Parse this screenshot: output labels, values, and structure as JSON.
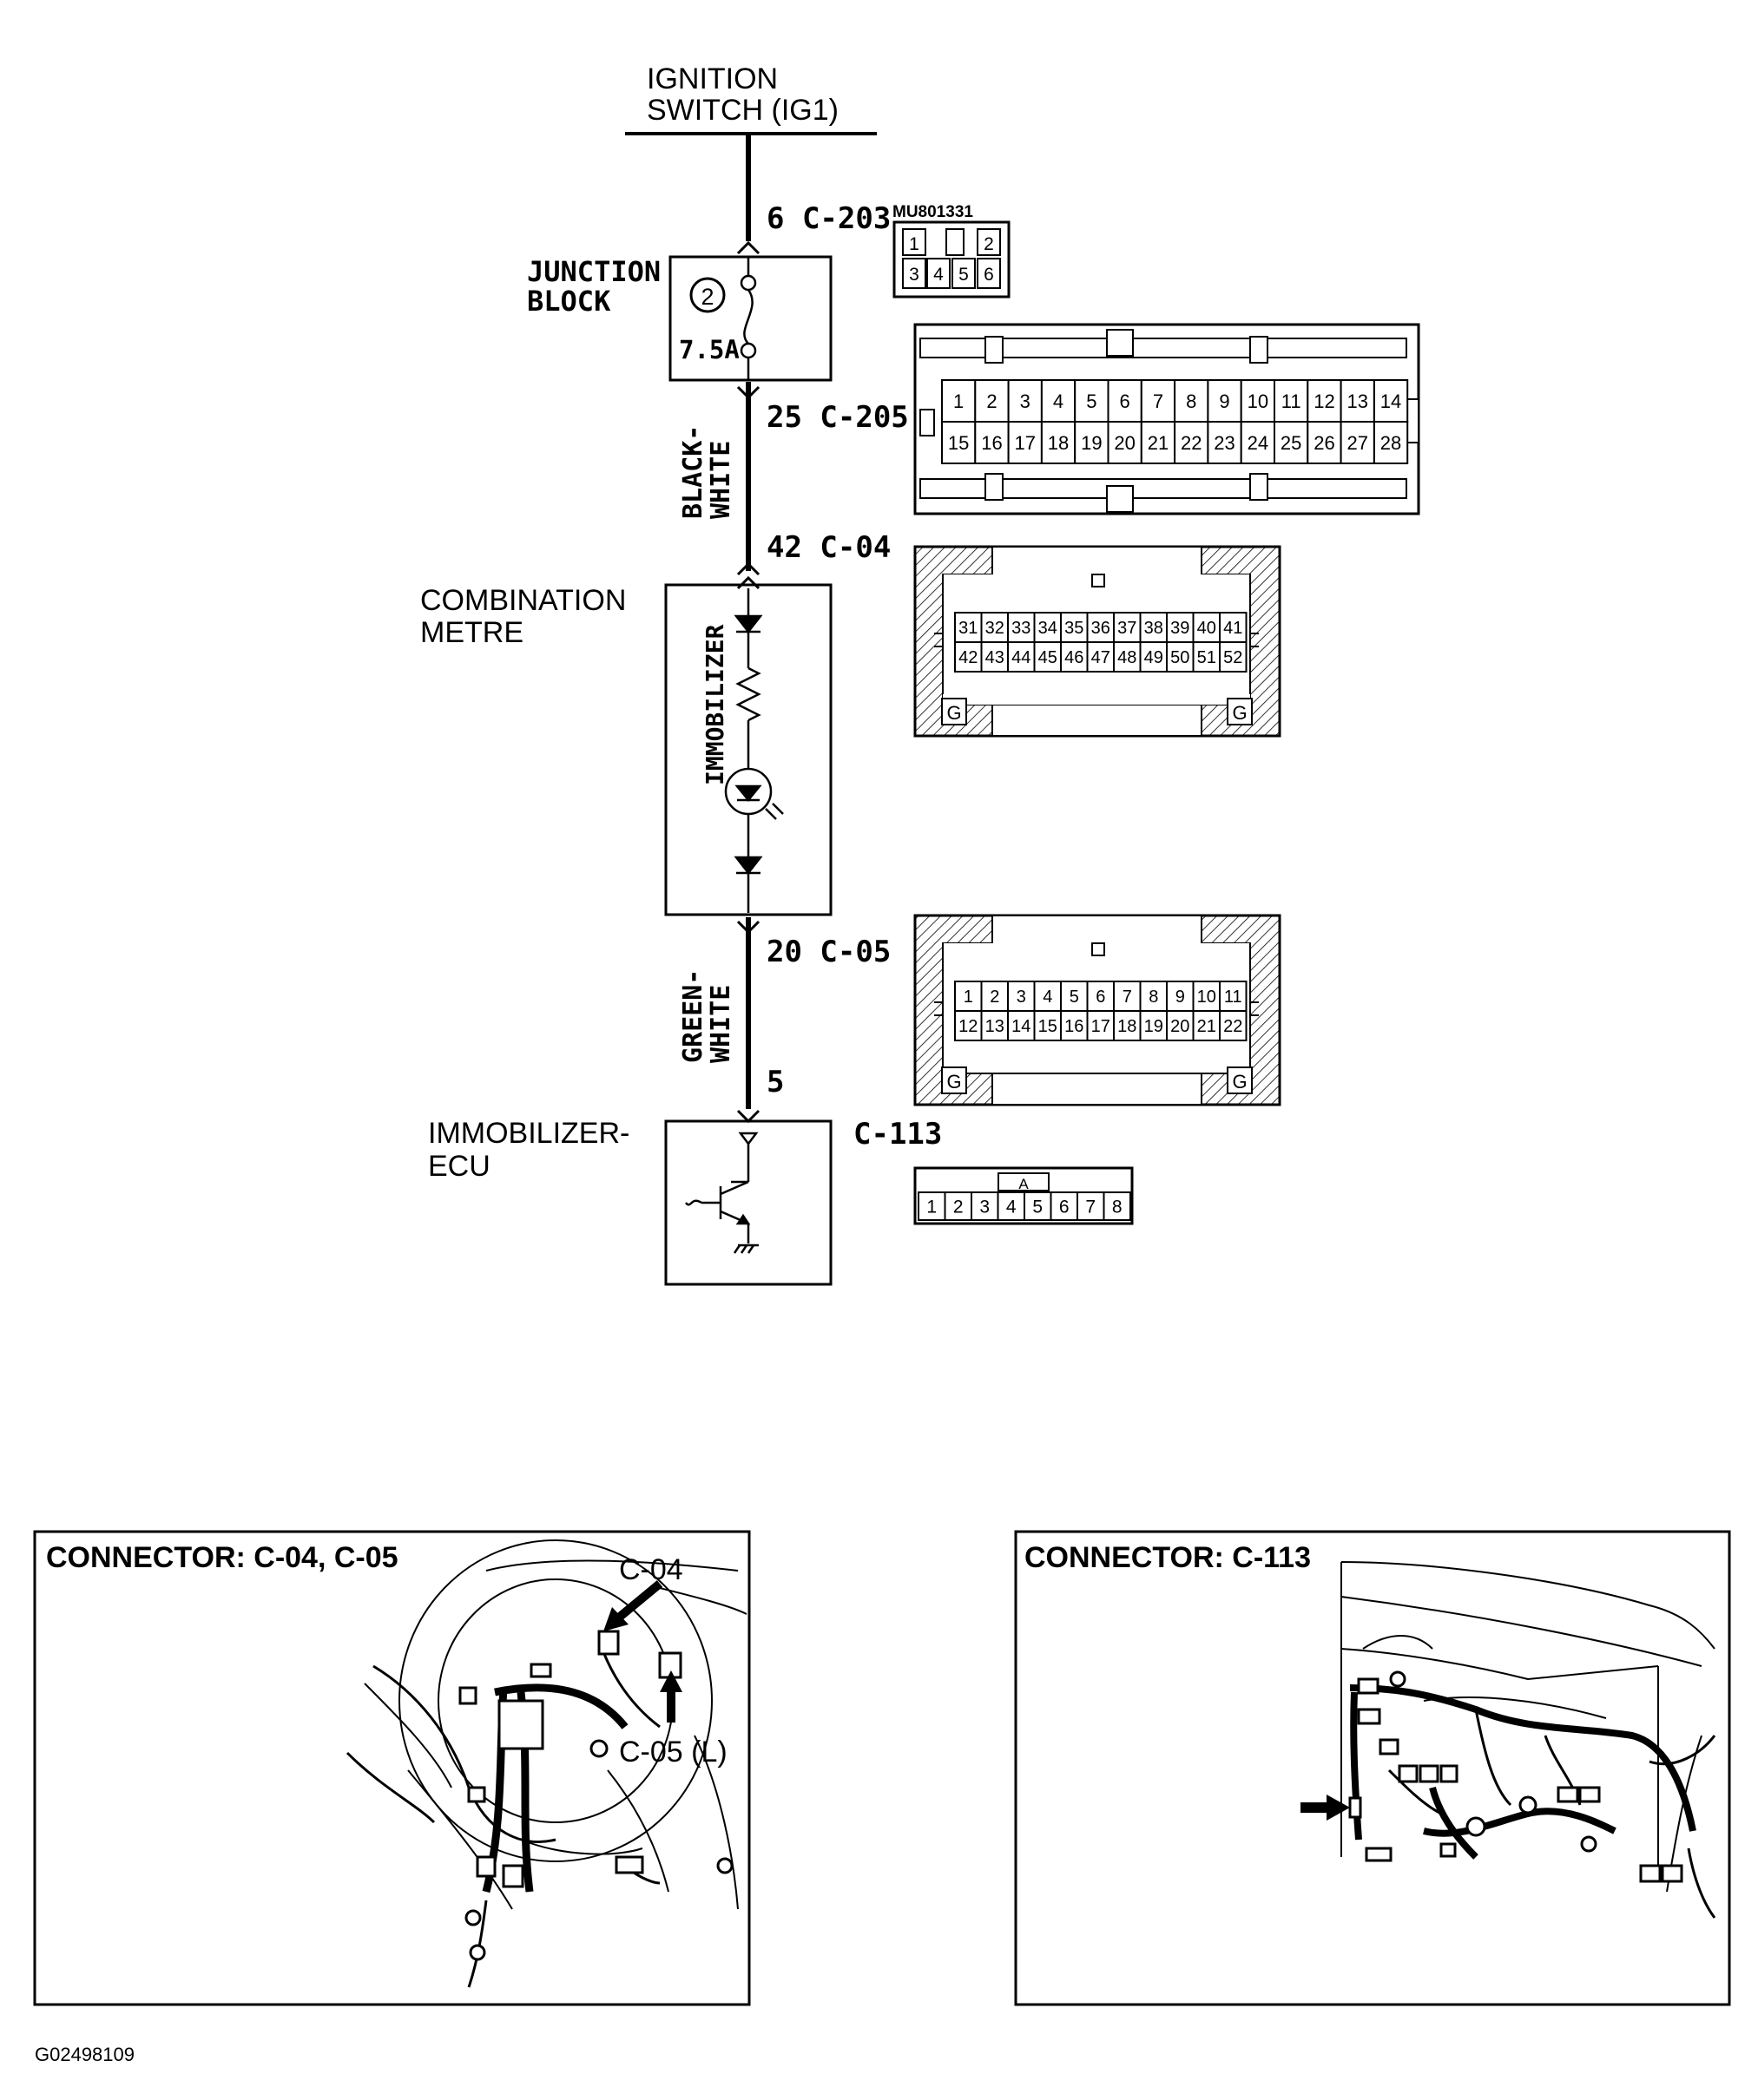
{
  "diagram": {
    "power_source": {
      "line1": "IGNITION",
      "line2": "SWITCH (IG1)"
    },
    "junction_block": {
      "line1": "JUNCTION",
      "line2": "BLOCK",
      "fuse_number": "2",
      "fuse_rating": "7.5A"
    },
    "pins": {
      "c203": "6  C-203",
      "c205": "25  C-205",
      "c04": "42  C-04",
      "c05": "20  C-05",
      "ecu": "5"
    },
    "wires": [
      {
        "line1": "BLACK-",
        "line2": "WHITE"
      },
      {
        "line1": "GREEN-",
        "line2": "WHITE"
      }
    ],
    "combination_metre": {
      "line1": "COMBINATION",
      "line2": "METRE",
      "internal_label": "IMMOBILIZER"
    },
    "ecu": {
      "line1": "IMMOBILIZER-",
      "line2": "ECU",
      "connector": "C-113"
    },
    "connector_part_number": "MU801331",
    "connector_c203_pins": [
      "1",
      "2",
      "3",
      "4",
      "5",
      "6"
    ],
    "connector_c205_pins": [
      [
        "1",
        "2",
        "3",
        "4",
        "5",
        "6",
        "7",
        "8",
        "9",
        "10",
        "11",
        "12",
        "13",
        "14"
      ],
      [
        "15",
        "16",
        "17",
        "18",
        "19",
        "20",
        "21",
        "22",
        "23",
        "24",
        "25",
        "26",
        "27",
        "28"
      ]
    ],
    "connector_c04_pins": [
      [
        "31",
        "32",
        "33",
        "34",
        "35",
        "36",
        "37",
        "38",
        "39",
        "40",
        "41"
      ],
      [
        "42",
        "43",
        "44",
        "45",
        "46",
        "47",
        "48",
        "49",
        "50",
        "51",
        "52"
      ]
    ],
    "connector_c05_pins": [
      [
        "1",
        "2",
        "3",
        "4",
        "5",
        "6",
        "7",
        "8",
        "9",
        "10",
        "11"
      ],
      [
        "12",
        "13",
        "14",
        "15",
        "16",
        "17",
        "18",
        "19",
        "20",
        "21",
        "22"
      ]
    ],
    "connector_c113_pins": [
      "1",
      "2",
      "3",
      "4",
      "5",
      "6",
      "7",
      "8"
    ],
    "connector_c113_key": "A",
    "ground_mark": "G"
  },
  "location_panels": [
    {
      "title": "CONNECTOR: C-04, C-05",
      "callouts": [
        "C-04",
        "C-05 (L)"
      ]
    },
    {
      "title": "CONNECTOR: C-113"
    }
  ],
  "figure_code": "G02498109"
}
